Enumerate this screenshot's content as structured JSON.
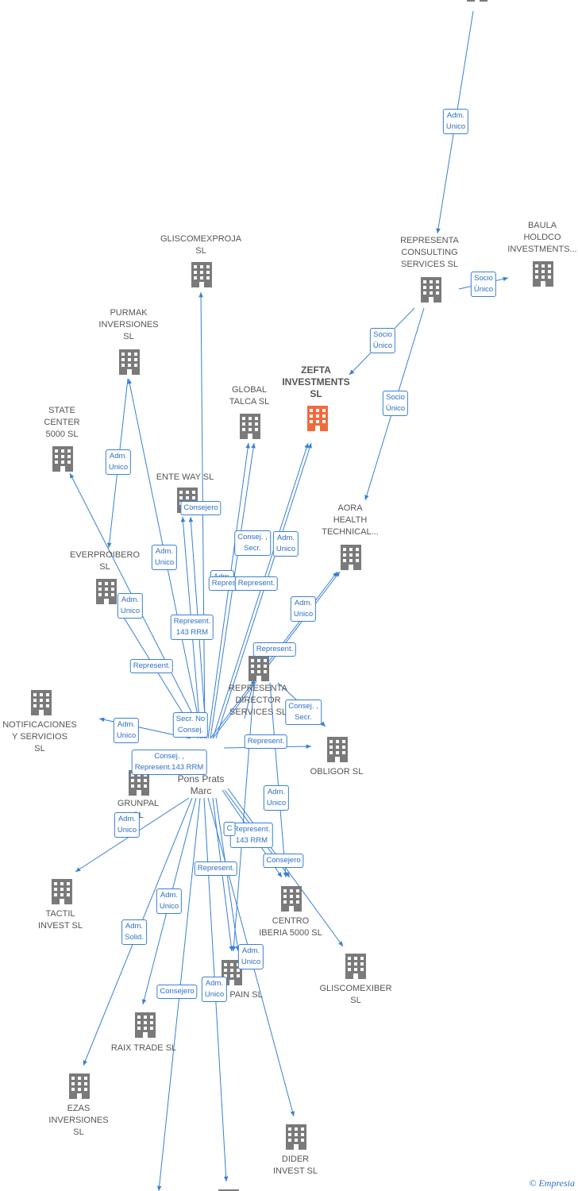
{
  "colors": {
    "edge": "#3a7fd5",
    "building": "#7a7a7a",
    "building_main": "#f26a3c",
    "text": "#555555"
  },
  "nodes": [
    {
      "id": "top",
      "label": "",
      "type": "company"
    },
    {
      "id": "representa_consulting",
      "label": "REPRESENTA\nCONSULTING\nSERVICES  SL",
      "type": "company"
    },
    {
      "id": "baula",
      "label": "BAULA\nHOLDCO\nINVESTMENTS...",
      "type": "company"
    },
    {
      "id": "gliscomexproja",
      "label": "GLISCOMEXPROJA\nSL",
      "type": "company"
    },
    {
      "id": "zefta",
      "label": "ZEFTA\nINVESTMENTS\nSL",
      "type": "main"
    },
    {
      "id": "purmak",
      "label": "PURMAK\nINVERSIONES\nSL",
      "type": "company"
    },
    {
      "id": "global_talca",
      "label": "GLOBAL\nTALCA  SL",
      "type": "company"
    },
    {
      "id": "state_center",
      "label": "STATE\nCENTER\n5000  SL",
      "type": "company"
    },
    {
      "id": "ente_way",
      "label": "ENTE WAY  SL",
      "type": "company"
    },
    {
      "id": "aora",
      "label": "AORA\nHEALTH\nTECHNICAL...",
      "type": "company"
    },
    {
      "id": "everproibero",
      "label": "EVERPROIBERO\nSL",
      "type": "company"
    },
    {
      "id": "representa_director",
      "label": "REPRESENTA\nDIRECTOR\nSERVICES  SL",
      "type": "company"
    },
    {
      "id": "notificaciones",
      "label": "NOTIFICACIONES\nY SERVICIOS\nSL",
      "type": "company"
    },
    {
      "id": "obligor",
      "label": "OBLIGOR SL",
      "type": "company"
    },
    {
      "id": "grunpal",
      "label": "GRUNPAL\nSL",
      "type": "company"
    },
    {
      "id": "person",
      "label": "Pons Prats\nMarc",
      "type": "person"
    },
    {
      "id": "tactil",
      "label": "TACTIL\nINVEST  SL",
      "type": "company"
    },
    {
      "id": "centro_iberia",
      "label": "CENTRO\nIBERIA 5000  SL",
      "type": "company"
    },
    {
      "id": "gliscomexiber",
      "label": "GLISCOMEXIBER\nSL",
      "type": "company"
    },
    {
      "id": "spain",
      "label": "PAIN  SL",
      "type": "company"
    },
    {
      "id": "raix",
      "label": "RAIX TRADE  SL",
      "type": "company"
    },
    {
      "id": "ezas",
      "label": "EZAS\nINVERSIONES\nSL",
      "type": "company"
    },
    {
      "id": "dider",
      "label": "DIDER\nINVEST  SL",
      "type": "company"
    },
    {
      "id": "bottom",
      "label": "",
      "type": "company"
    }
  ],
  "edge_labels": [
    "Adm.\nUnico",
    "Socio\nÚnico",
    "Socio\nÚnico",
    "Socio\nÚnico",
    "Adm.\nUnico",
    "Consejero",
    "Adm.\nUnico",
    "Consej. ,\nSecr.",
    "Adm.\nUnico",
    "Adm.",
    "Represent.",
    "Represent.",
    "Adm.\nUnico",
    "Represent.\n143 RRM",
    "Adm.\nUnico",
    "Represent.",
    "Represent.",
    "Adm.\nUnico",
    "Consej. ,\nSecr.",
    "Secr. No\nConsej.",
    "Consej. ,\nRepresent.143 RRM",
    "Represent.",
    "Adm.\nUnico",
    "Adm.\nUnico",
    "Represent.\n143 RRM",
    "C",
    "Consejero",
    "Represent.",
    "Adm.\nUnico",
    "Adm.\nSolid.",
    "Adm.\nUnico",
    "Consejero",
    "Adm.\nUnico"
  ],
  "copyright": "© Empresia"
}
